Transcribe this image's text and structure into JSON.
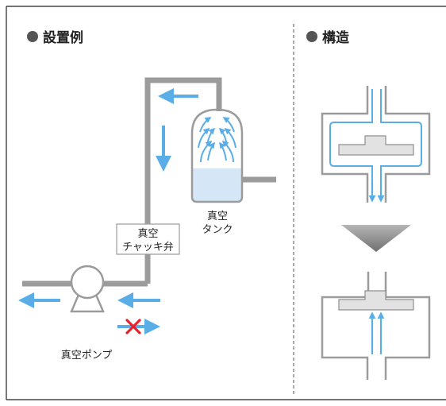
{
  "installation": {
    "heading": "設置例"
  },
  "structure": {
    "heading": "構造"
  },
  "labels": {
    "check_valve_line1": "真空",
    "check_valve_line2": "チャッキ弁",
    "tank_line1": "真空",
    "tank_line2": "タンク",
    "pump": "真空ポンプ"
  },
  "colors": {
    "pipe": "#9b9b9b",
    "flow_arrow": "#5aaee8",
    "tank_liquid": "#d5e7f7",
    "block_mark": "#e8202a",
    "frame_border": "#222222",
    "valve_disc_fill": "#e2e2e2"
  },
  "icons": {
    "bullet": "filled-circle",
    "block": "cross-mark",
    "transition": "down-triangle"
  }
}
